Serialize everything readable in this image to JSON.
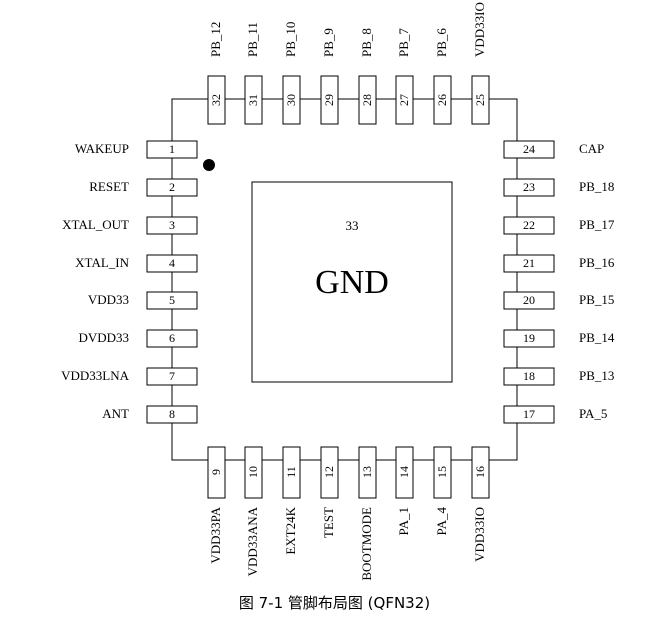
{
  "figure": {
    "caption": "图 7-1 管脚布局图 (QFN32)",
    "center_pad": {
      "number": "33",
      "label": "GND"
    }
  },
  "pins": {
    "left": [
      {
        "number": "1",
        "name": "WAKEUP"
      },
      {
        "number": "2",
        "name": "RESET"
      },
      {
        "number": "3",
        "name": "XTAL_OUT"
      },
      {
        "number": "4",
        "name": "XTAL_IN"
      },
      {
        "number": "5",
        "name": "VDD33"
      },
      {
        "number": "6",
        "name": "DVDD33"
      },
      {
        "number": "7",
        "name": "VDD33LNA"
      },
      {
        "number": "8",
        "name": "ANT"
      }
    ],
    "bottom": [
      {
        "number": "9",
        "name": "VDD33PA"
      },
      {
        "number": "10",
        "name": "VDD33ANA"
      },
      {
        "number": "11",
        "name": "EXT24K"
      },
      {
        "number": "12",
        "name": "TEST"
      },
      {
        "number": "13",
        "name": "BOOTMODE"
      },
      {
        "number": "14",
        "name": "PA_1"
      },
      {
        "number": "15",
        "name": "PA_4"
      },
      {
        "number": "16",
        "name": "VDD33IO"
      }
    ],
    "right": [
      {
        "number": "17",
        "name": "PA_5"
      },
      {
        "number": "18",
        "name": "PB_13"
      },
      {
        "number": "19",
        "name": "PB_14"
      },
      {
        "number": "20",
        "name": "PB_15"
      },
      {
        "number": "21",
        "name": "PB_16"
      },
      {
        "number": "22",
        "name": "PB_17"
      },
      {
        "number": "23",
        "name": "PB_18"
      },
      {
        "number": "24",
        "name": "CAP"
      }
    ],
    "top": [
      {
        "number": "25",
        "name": "VDD33IO"
      },
      {
        "number": "26",
        "name": "PB_6"
      },
      {
        "number": "27",
        "name": "PB_7"
      },
      {
        "number": "28",
        "name": "PB_8"
      },
      {
        "number": "29",
        "name": "PB_9"
      },
      {
        "number": "30",
        "name": "PB_10"
      },
      {
        "number": "31",
        "name": "PB_11"
      },
      {
        "number": "32",
        "name": "PB_12"
      }
    ]
  }
}
